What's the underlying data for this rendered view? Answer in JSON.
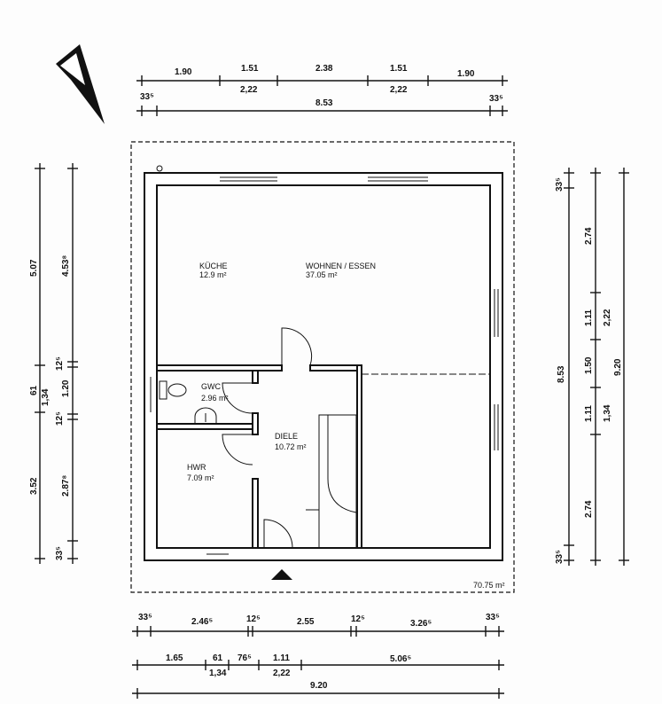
{
  "plan": {
    "total_area": "70.75 m²",
    "rooms": [
      {
        "name": "KÜCHE",
        "area": "12.9 m²"
      },
      {
        "name": "WOHNEN / ESSEN",
        "area": "37.05 m²"
      },
      {
        "name": "GWC",
        "area": "2.96 m²"
      },
      {
        "name": "DIELE",
        "area": "10.72 m²"
      },
      {
        "name": "HWR",
        "area": "7.09 m²"
      }
    ]
  },
  "dimensions": {
    "top_row1": [
      "1.90",
      "1.51",
      "2.38",
      "1.51",
      "1.90"
    ],
    "top_row1_sub": [
      "2,22",
      "2,22"
    ],
    "top_row2": [
      "33⁵",
      "8.53",
      "33⁵"
    ],
    "bottom_row1": [
      "33⁵",
      "2.46⁵",
      "12⁵",
      "2.55",
      "12⁵",
      "3.26⁵",
      "33⁵"
    ],
    "bottom_row2": [
      "1.65",
      "61",
      "1,34",
      "76⁵",
      "1.11",
      "2,22",
      "5.06⁵"
    ],
    "bottom_row3": [
      "9.20"
    ],
    "left_outer": [
      "5.07",
      "61",
      "3.52"
    ],
    "left_inner": [
      "4.53⁸",
      "12⁵",
      "1,34",
      "1.20",
      "12⁵",
      "2.87⁸",
      "33⁵"
    ],
    "right_outer": [
      "33⁵",
      "8.53",
      "33⁵"
    ],
    "right_mid": [
      "2.74",
      "1.11",
      "2,22",
      "1.50",
      "1.11",
      "1,34",
      "2.74"
    ],
    "right_total": [
      "9.20"
    ]
  }
}
